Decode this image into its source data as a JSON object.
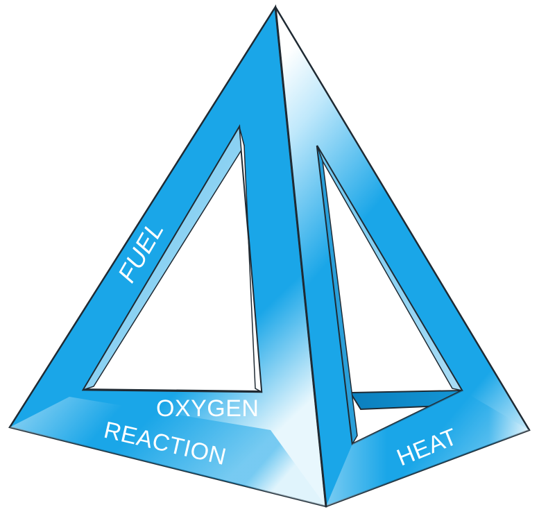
{
  "diagram": {
    "faces": {
      "fuel": "FUEL",
      "oxygen": "OXYGEN",
      "reaction": "REACTION",
      "heat": "HEAT"
    },
    "colors": {
      "face_blue": "#1aa6e8",
      "highlight": "#e6f6fd",
      "shadow": "#0e86c4",
      "outline": "#1f2a33",
      "background": "#ffffff"
    }
  }
}
